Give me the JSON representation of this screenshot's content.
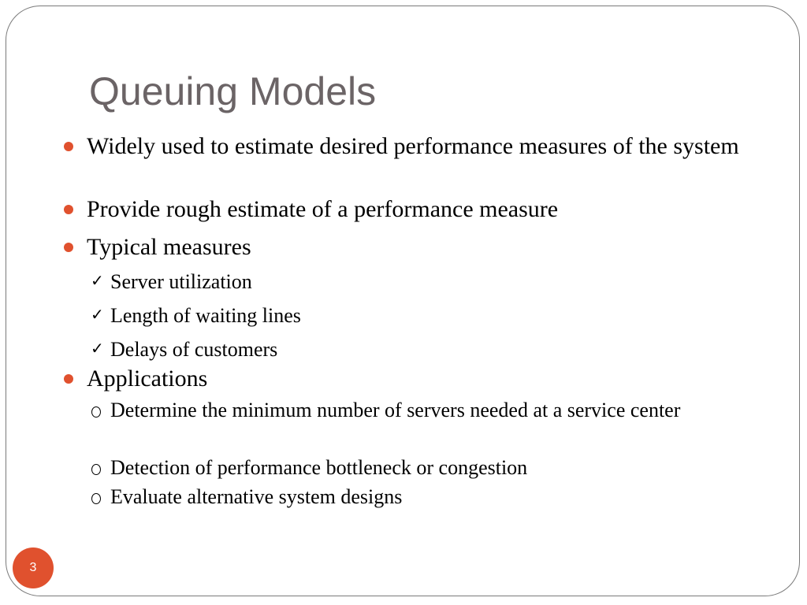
{
  "slide": {
    "title": "Queuing Models",
    "page_number": "3",
    "bullets": [
      {
        "text": "Widely used to estimate desired performance measures of the system",
        "sub": []
      },
      {
        "text": "Provide rough estimate of a performance measure",
        "sub": []
      },
      {
        "text": "Typical measures",
        "sub_marker": "check",
        "sub": [
          "Server utilization",
          "Length of waiting lines",
          "Delays of customers"
        ]
      },
      {
        "text": "Applications",
        "sub_marker": "circle",
        "sub": [
          "Determine the minimum number of servers needed at a service center",
          "Detection of performance bottleneck or congestion",
          "Evaluate alternative system designs"
        ]
      }
    ]
  },
  "colors": {
    "accent": "#e0512e",
    "title": "#6b6466",
    "frame_border": "#7a7a7a"
  }
}
